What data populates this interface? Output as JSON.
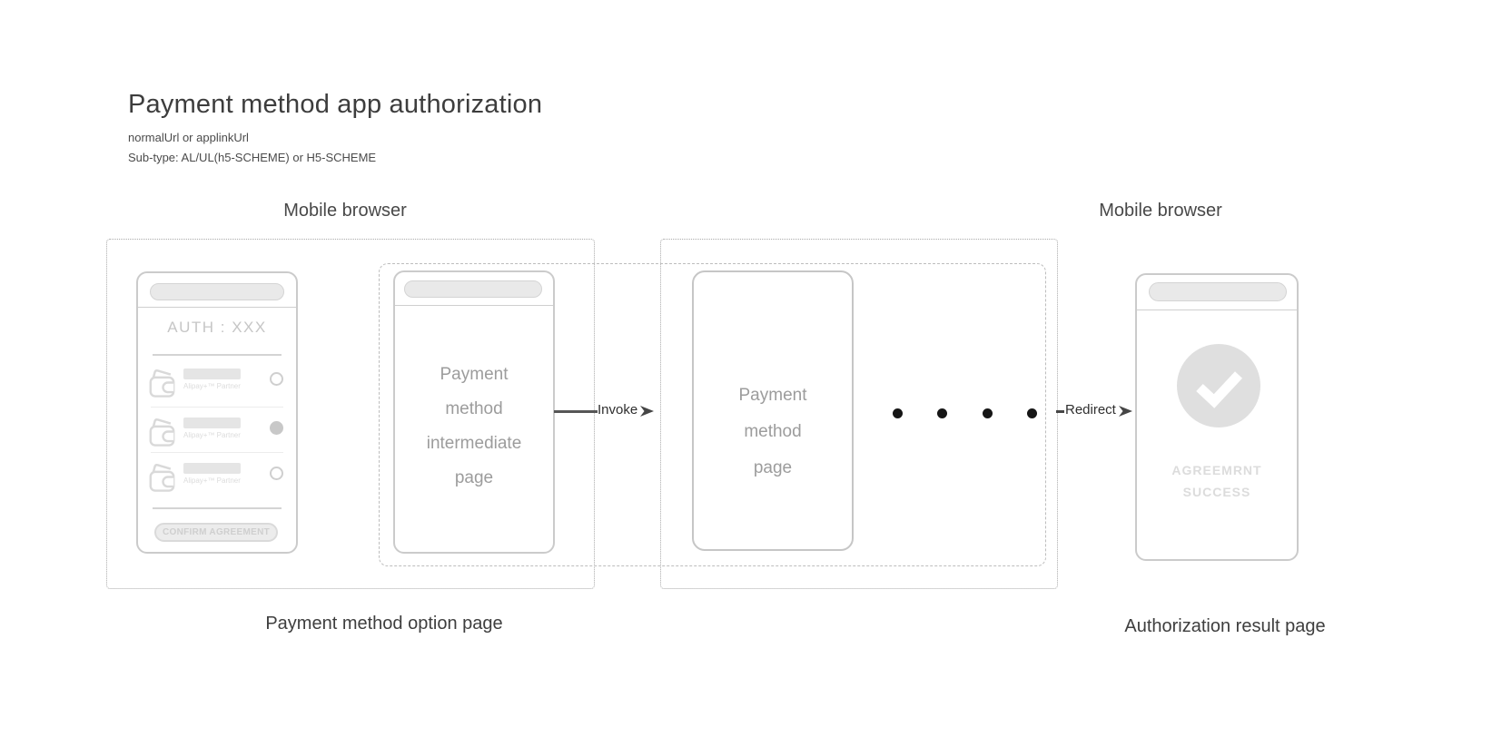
{
  "header": {
    "title": "Payment method app authorization",
    "subtitle_url": "normalUrl or applinkUrl",
    "subtitle_subtype": "Sub-type: AL/UL(h5-SCHEME) or H5-SCHEME"
  },
  "section_labels": {
    "browser_left": "Mobile browser",
    "browser_right": "Mobile browser",
    "option_page": "Payment method option page",
    "result_page": "Authorization result page"
  },
  "option_phone": {
    "auth_title": "AUTH : XXX",
    "wallets": [
      {
        "label": "Alipay+™ Partner",
        "selected": false
      },
      {
        "label": "Alipay+™ Partner",
        "selected": true
      },
      {
        "label": "Alipay+™ Partner",
        "selected": false
      }
    ],
    "confirm_button": "CONFIRM AGREEMENT"
  },
  "intermediate_phone": {
    "lines": [
      "Payment",
      "method",
      "intermediate",
      "page"
    ]
  },
  "method_phone": {
    "lines": [
      "Payment",
      "method",
      "page"
    ]
  },
  "result_phone": {
    "result_line1": "AGREEMRNT",
    "result_line2": "SUCCESS",
    "icon": "check-circle"
  },
  "connectors": {
    "invoke": "Invoke",
    "redirect": "Redirect",
    "ellipsis_dots": 4
  },
  "colors": {
    "dotted_frame": "#a9a9a9",
    "dashed_frame": "#bdbdbd",
    "phone_border": "#cbcbcb",
    "ghost_text": "#c6c6c6",
    "muted_text": "#9c9c9c",
    "faint_text": "#dcdcdc",
    "arrow": "#454545",
    "ellipsis_dot": "#161616",
    "address_bar_fill": "#e9e9e9",
    "success_circle": "#dfdfdf"
  }
}
